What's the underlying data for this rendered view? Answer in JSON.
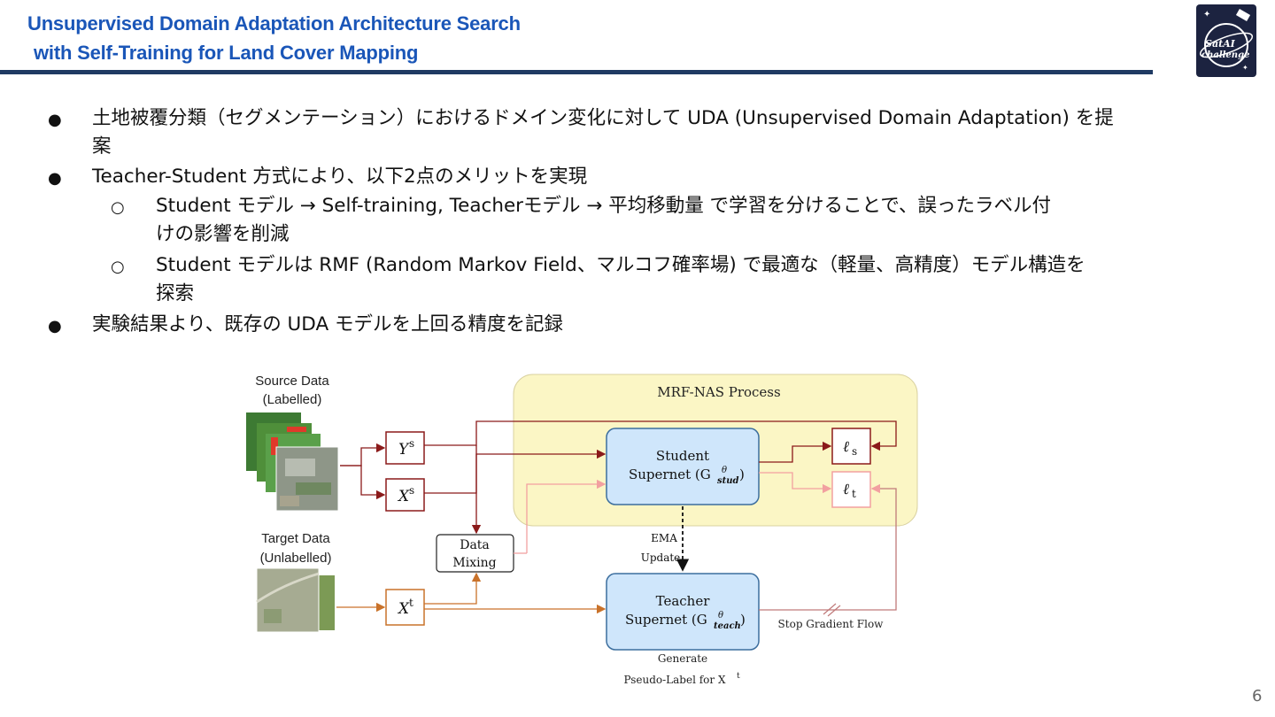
{
  "slide": {
    "title_line1": "Unsupervised Domain Adaptation Architecture Search",
    "title_line2": "with Self-Training for Land Cover Mapping",
    "logo_text_1": "SatAI",
    "logo_text_2": "challenge",
    "page_number": "6",
    "colors": {
      "title": "#1a56b8",
      "rule": "#1f3a63",
      "dark_red": "#8b1a1a",
      "light_red": "#f2a0a0",
      "orange": "#c9722a",
      "supernet_fill": "#cfe6fb",
      "process_fill": "#fbf6c5"
    }
  },
  "bullets": [
    {
      "id": "b1",
      "level": 1,
      "line1": "土地被覆分類（セグメンテーション）におけるドメイン変化に対して UDA (Unsupervised Domain Adaptation) を提",
      "line2": "案"
    },
    {
      "id": "b2",
      "level": 1,
      "line1": "Teacher-Student 方式により、以下2点のメリットを実現",
      "line2": ""
    },
    {
      "id": "b3",
      "level": 2,
      "line1": "Student モデル → Self-training, Teacherモデル → 平均移動量 で学習を分けることで、誤ったラベル付",
      "line2": "けの影響を削減"
    },
    {
      "id": "b4",
      "level": 2,
      "line1": "Student モデルは RMF (Random Markov Field、マルコフ確率場) で最適な（軽量、高精度）モデル構造を",
      "line2": "探索"
    },
    {
      "id": "b5",
      "level": 1,
      "line1": "実験結果より、既存の UDA モデルを上回る精度を記録",
      "line2": ""
    }
  ],
  "diagram": {
    "source_label_1": "Source Data",
    "source_label_2": "(Labelled)",
    "target_label_1": "Target Data",
    "target_label_2": "(Unlabelled)",
    "ys_label": "Y",
    "ys_sup": "s",
    "xs_label": "X",
    "xs_sup": "s",
    "xt_label": "X",
    "xt_sup": "t",
    "data_mixing_1": "Data",
    "data_mixing_2": "Mixing",
    "process_title": "MRF-NAS Process",
    "student_1": "Student",
    "student_2": "Supernet (G",
    "student_sup": "θ",
    "student_sub": "stud",
    "teacher_1": "Teacher",
    "teacher_2": "Supernet (G",
    "teacher_sup": "θ",
    "teacher_sub": "teach",
    "loss_s": "ℓ",
    "loss_s_sub": "s",
    "loss_t": "ℓ",
    "loss_t_sub": "t",
    "ema_1": "EMA",
    "ema_2": "Update",
    "stop_gradient": "Stop Gradient Flow",
    "generate_1": "Generate",
    "generate_2": "Pseudo-Label for X",
    "generate_sup": "t"
  }
}
